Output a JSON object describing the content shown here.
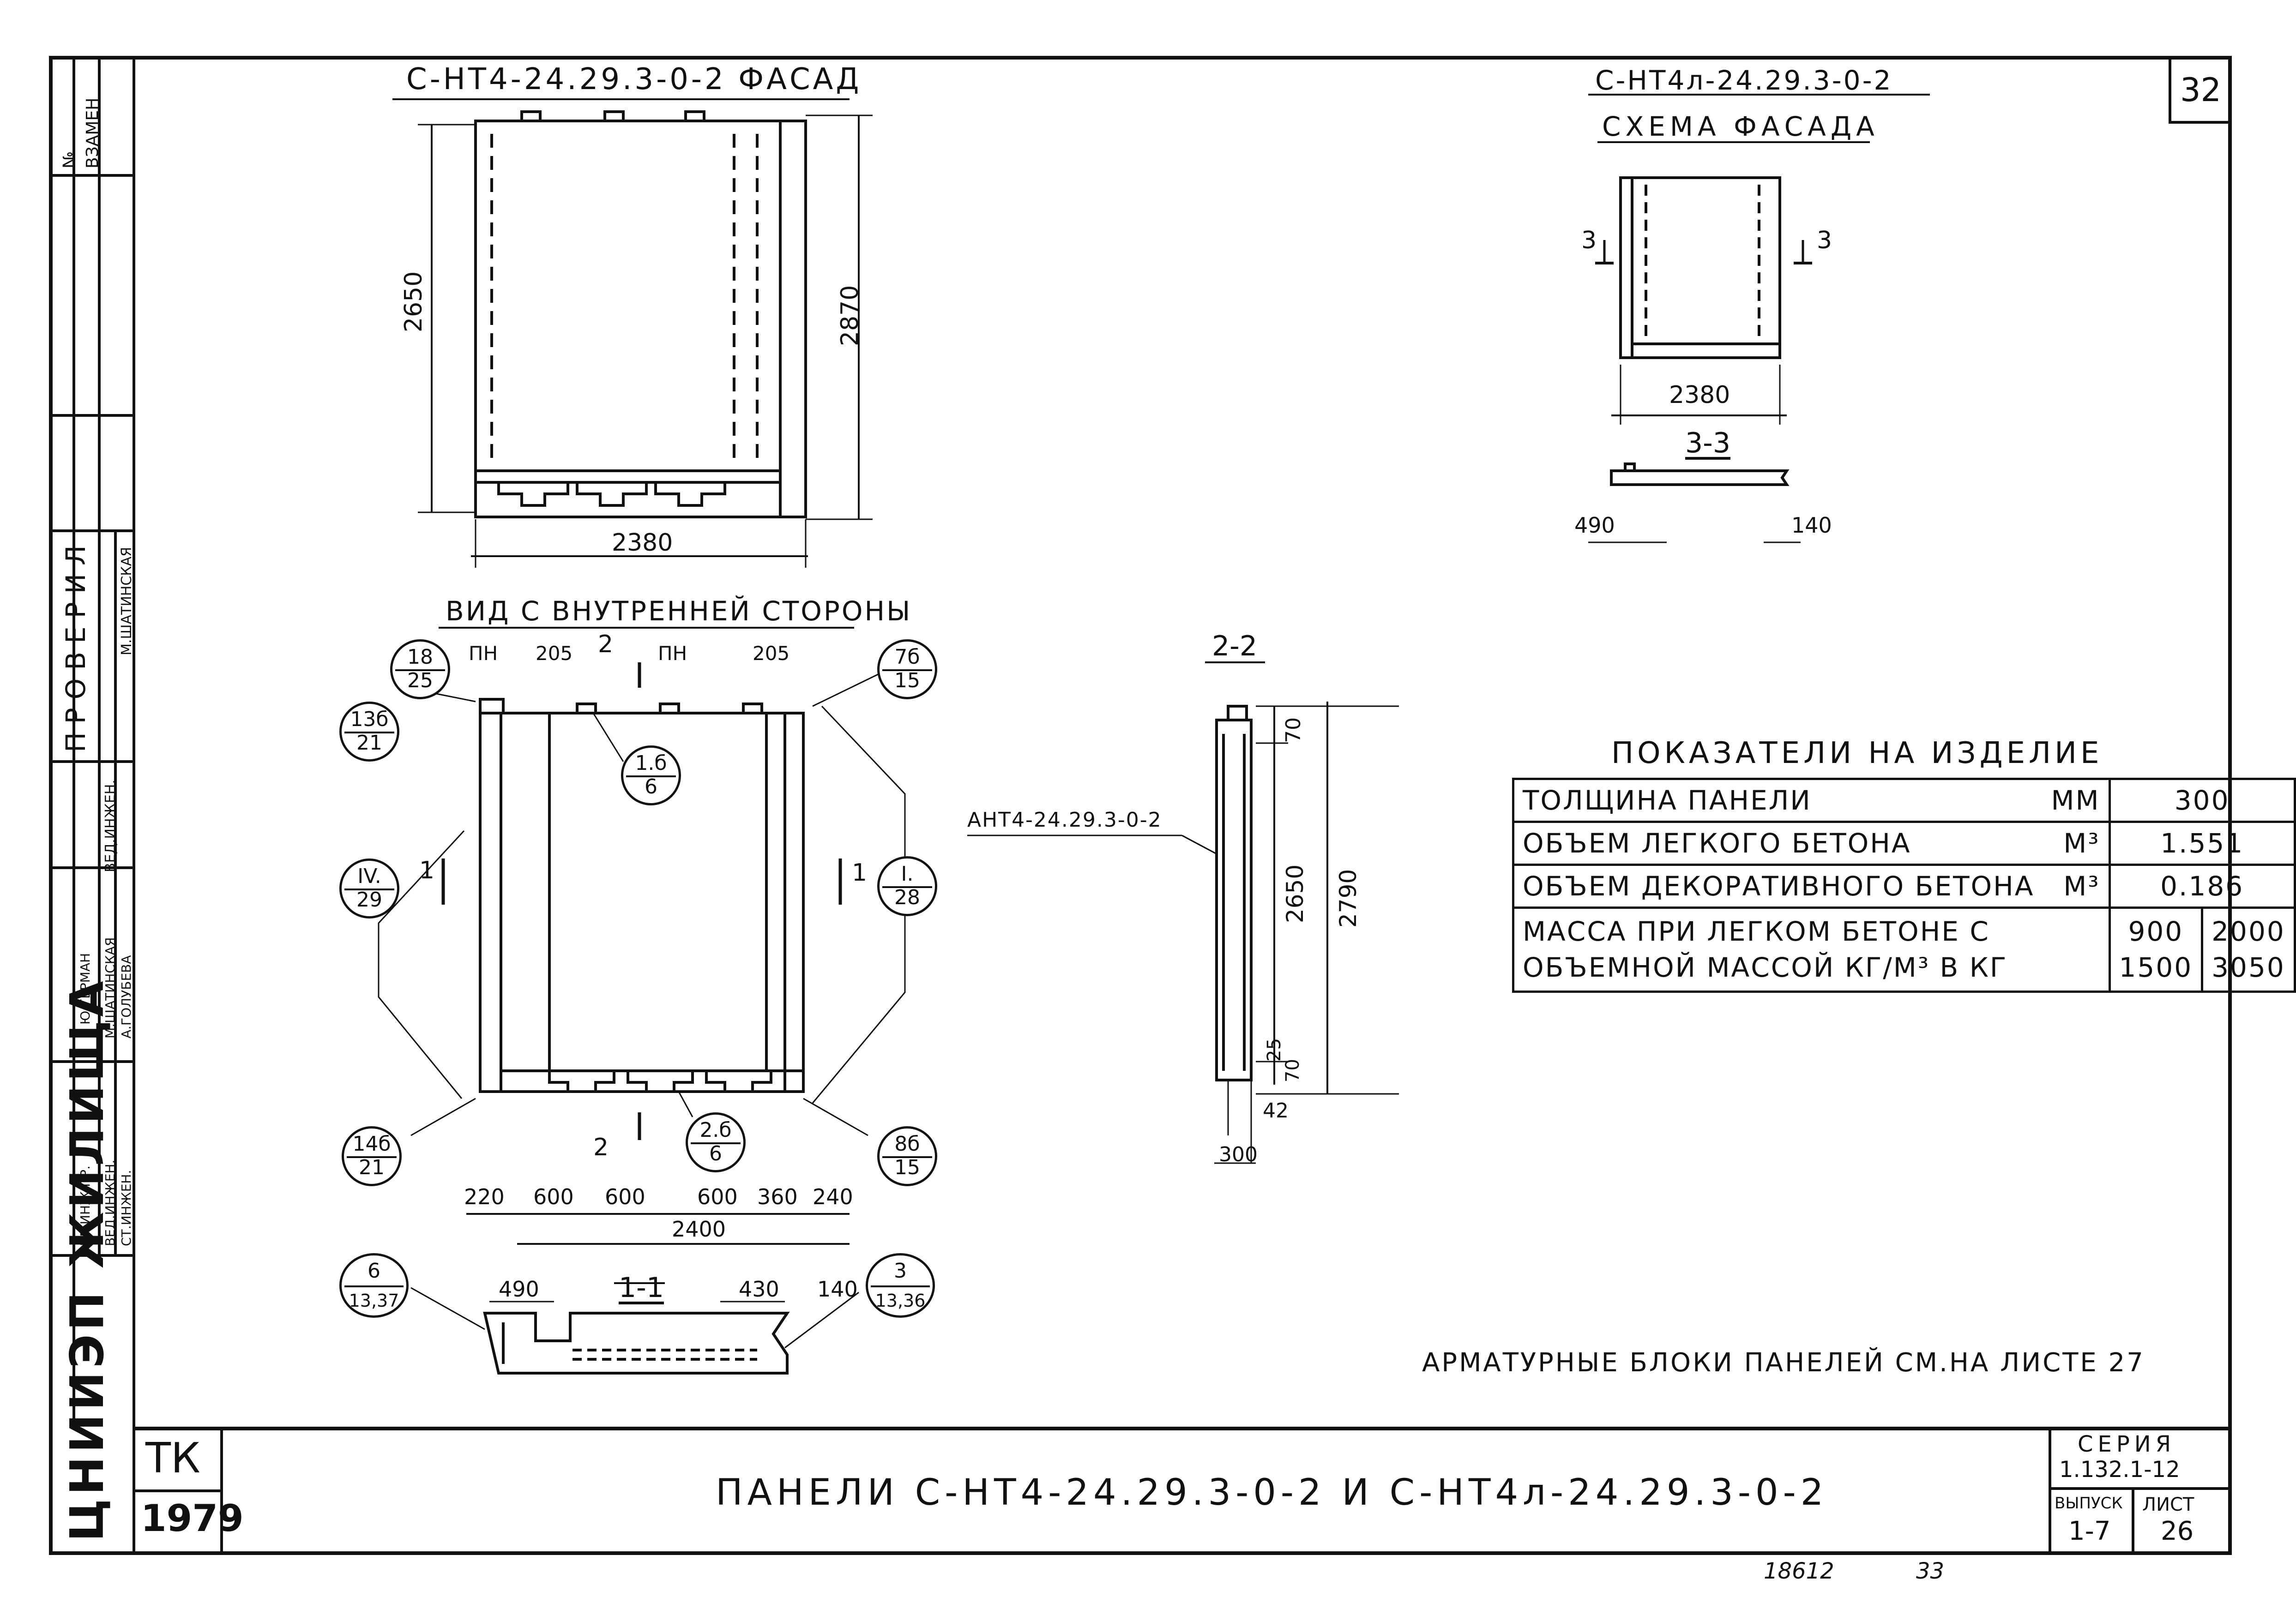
{
  "sheet": {
    "page_number": "32",
    "bottom_title": "ПАНЕЛИ   С-НТ4-24.29.3-0-2  И  С-НТ4л-24.29.3-0-2",
    "tk": "ТК",
    "year": "1979",
    "org": "ЦНИИЭП ЖИЛИЩА",
    "series_label": "СЕРИЯ",
    "series_value": "1.132.1-12",
    "issue_label": "ВЫПУСК",
    "issue_value": "1-7",
    "sheet_label": "ЛИСТ",
    "sheet_value": "26",
    "footer_number": "18612",
    "footer_sheet": "33",
    "reinforcement_note": "АРМАТУРНЫЕ БЛОКИ ПАНЕЛЕЙ СМ.НА ЛИСТЕ 27"
  },
  "stamp": {
    "vzamen": "ВЗАМЕН",
    "num_sign": "№",
    "proveril": "ПРОВЕРИЛ",
    "rows": [
      {
        "role": "ГЛ.ИНЖ.ПР.",
        "name": "Ю.ГЕРМАН"
      },
      {
        "role": "ВЕД.ИНЖЕН.",
        "name": "М.ШАТИНСКАЯ"
      },
      {
        "role": "СТ.ИНЖЕН.",
        "name": "А.ГОЛУБЕВА"
      }
    ],
    "checker_role": "ВЕД.ИНЖЕН.",
    "checker_name": "М.ШАТИНСКАЯ"
  },
  "facade": {
    "title": "С-НТ4-24.29.3-0-2  ФАСАД",
    "dim_height_inner": "2650",
    "dim_height_outer": "2870",
    "dim_width": "2380"
  },
  "facade_l": {
    "title": "С-НТ4л-24.29.3-0-2",
    "subtitle": "СХЕМА ФАСАДА",
    "dim_width": "2380",
    "cut_label": "3",
    "section_title": "3-3",
    "dim_left": "490",
    "dim_right": "140"
  },
  "inner_view": {
    "title": "ВИД С ВНУТРЕННЕЙ СТОРОНЫ",
    "pn": "ПН",
    "dim_205": "205",
    "cut2": "2",
    "cut1": "1",
    "dims_bottom": [
      "220",
      "600",
      "600",
      "600",
      "360",
      "240"
    ],
    "dim_total": "2400",
    "bubbles": [
      {
        "top": "18",
        "bot": "25"
      },
      {
        "top": "13б",
        "bot": "21"
      },
      {
        "top": "1.б",
        "bot": "6"
      },
      {
        "top": "7б",
        "bot": "15"
      },
      {
        "top": "IV.",
        "bot": "29"
      },
      {
        "top": "I.",
        "bot": "28"
      },
      {
        "top": "14б",
        "bot": "21"
      },
      {
        "top": "2.б",
        "bot": "6"
      },
      {
        "top": "8б",
        "bot": "15"
      }
    ]
  },
  "section_11": {
    "title": "1-1",
    "dim_490": "490",
    "dim_430": "430",
    "dim_140": "140",
    "bubble_left": {
      "top": "6",
      "bot": "13,37"
    },
    "bubble_right": {
      "top": "3",
      "bot": "13,36"
    }
  },
  "section_22": {
    "title": "2-2",
    "label": "АНТ4-24.29.3-0-2",
    "dim_70a": "70",
    "dim_2650": "2650",
    "dim_2790": "2790",
    "dim_25": "25",
    "dim_70b": "70",
    "dim_42": "42",
    "dim_300": "300"
  },
  "indicators": {
    "title": "ПОКАЗАТЕЛИ НА ИЗДЕЛИЕ",
    "rows": [
      {
        "name": "ТОЛЩИНА ПАНЕЛИ",
        "unit": "ММ",
        "value": "300"
      },
      {
        "name": "ОБЪЕМ ЛЕГКОГО БЕТОНА",
        "unit": "М³",
        "value": "1.551"
      },
      {
        "name": "ОБЪЕМ ДЕКОРАТИВНОГО БЕТОНА",
        "unit": "М³",
        "value": "0.186"
      }
    ],
    "mass_line1": "МАССА ПРИ ЛЕГКОМ БЕТОНЕ С",
    "mass_line2": "ОБЪЕМНОЙ МАССОЙ КГ/М³ В КГ",
    "mass_density": [
      "900",
      "1500"
    ],
    "mass_values": [
      "2000",
      "3050"
    ]
  }
}
